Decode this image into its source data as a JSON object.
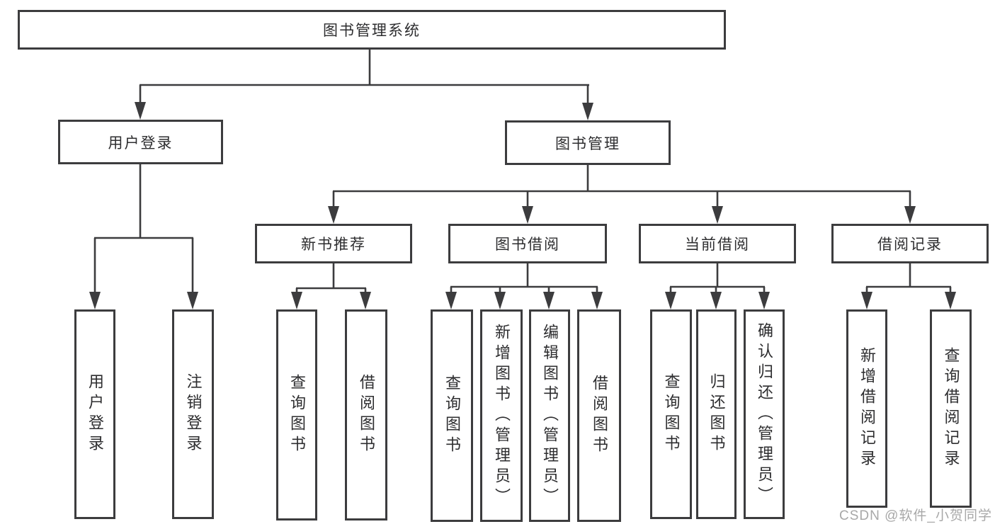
{
  "tree": {
    "root": {
      "label": "图书管理系统"
    },
    "level2": [
      {
        "label": "用户登录"
      },
      {
        "label": "图书管理"
      }
    ],
    "level3": [
      {
        "label": "新书推荐"
      },
      {
        "label": "图书借阅"
      },
      {
        "label": "当前借阅"
      },
      {
        "label": "借阅记录"
      }
    ],
    "leaves": {
      "login": [
        {
          "label": "用户登录"
        },
        {
          "label": "注销登录"
        }
      ],
      "recommend": [
        {
          "label": "查询图书"
        },
        {
          "label": "借阅图书"
        }
      ],
      "borrow": [
        {
          "label": "查询图书"
        },
        {
          "label": "新增图书（管理员）"
        },
        {
          "label": "编辑图书（管理员）"
        },
        {
          "label": "借阅图书"
        }
      ],
      "current": [
        {
          "label": "查询图书"
        },
        {
          "label": "归还图书"
        },
        {
          "label": "确认归还（管理员）"
        }
      ],
      "records": [
        {
          "label": "新增借阅记录"
        },
        {
          "label": "查询借阅记录"
        }
      ]
    }
  },
  "watermark": {
    "text": "CSDN @软件_小贺同学"
  },
  "colors": {
    "line": "#3c3c3e",
    "text": "#2d2d2f",
    "watermark": "#a8a8a8"
  }
}
